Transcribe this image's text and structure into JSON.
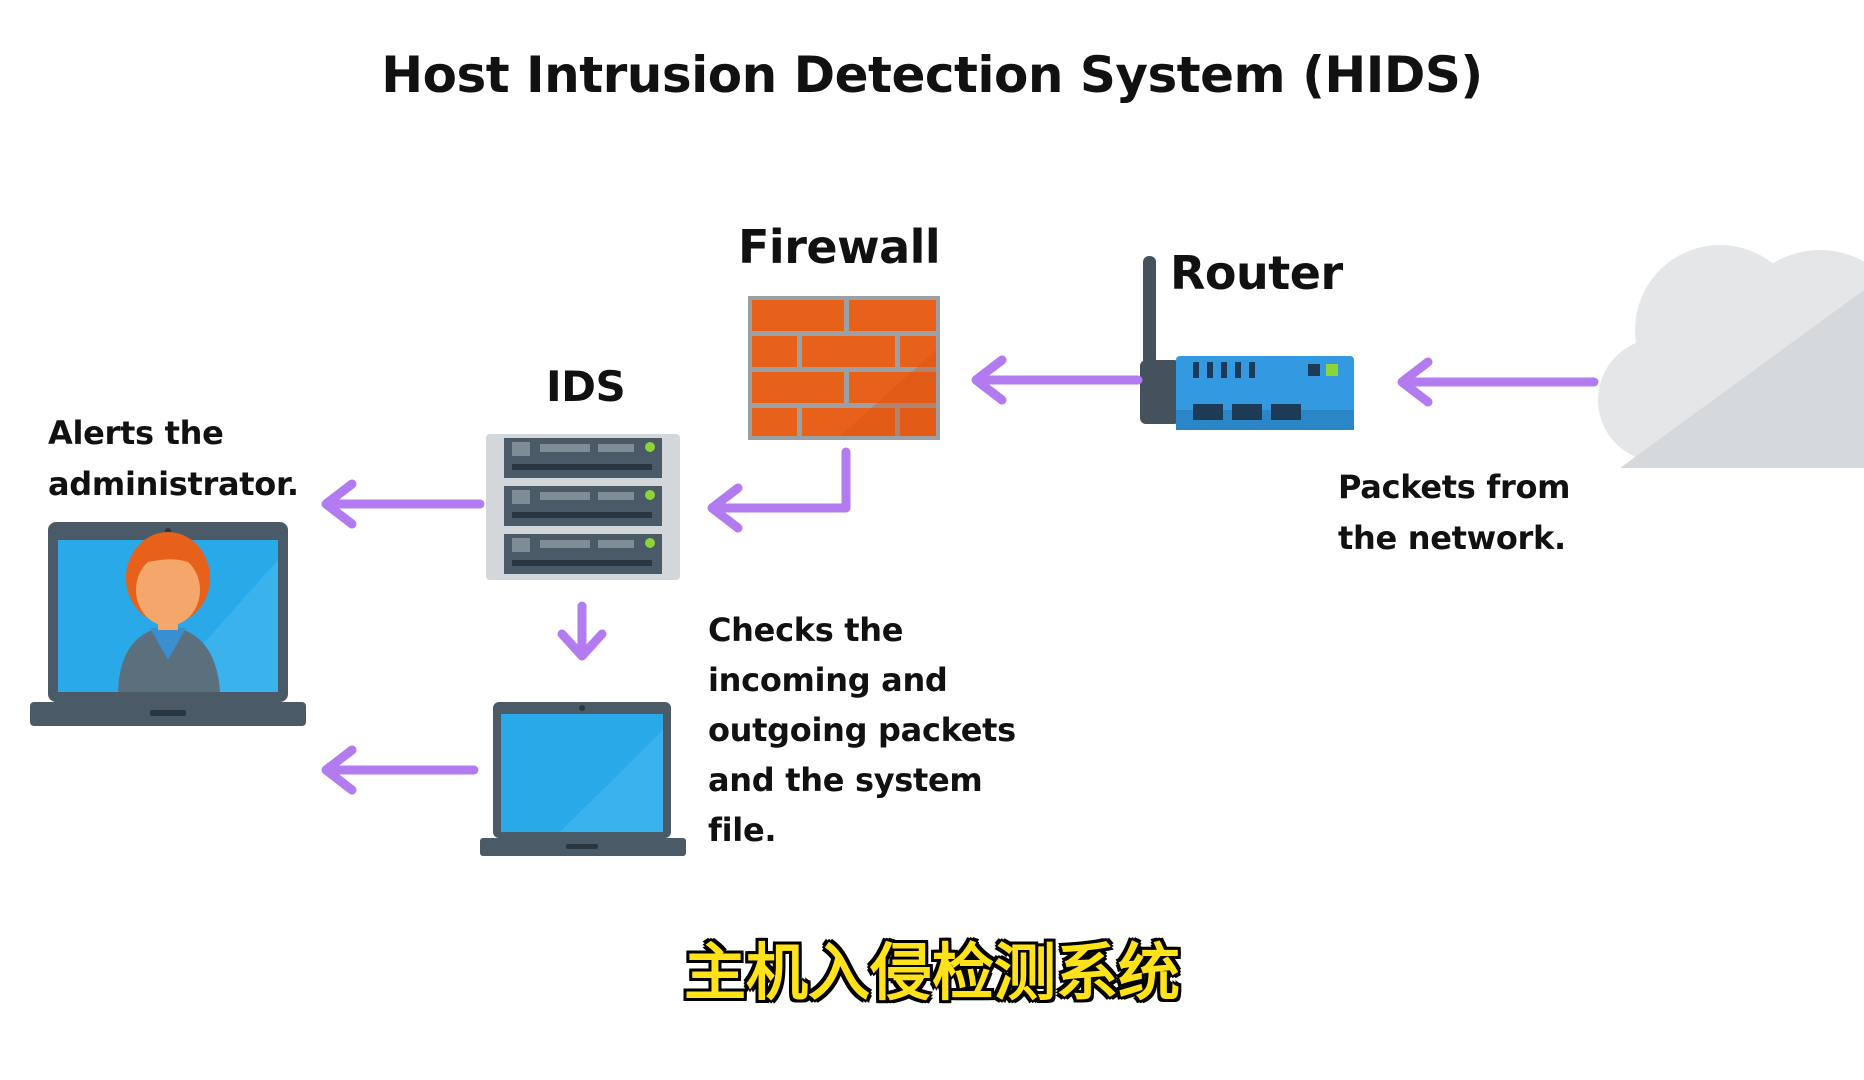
{
  "title": "Host Intrusion Detection System (HIDS)",
  "nodes": {
    "firewall": "Firewall",
    "router": "Router",
    "ids": "IDS"
  },
  "descriptions": {
    "alerts": [
      "Alerts the",
      "administrator."
    ],
    "packets": [
      "Packets from",
      "the network."
    ],
    "checks": [
      "Checks the",
      "incoming and",
      "outgoing packets",
      "and the system",
      "file."
    ]
  },
  "subtitle": "主机入侵检测系统",
  "colors": {
    "arrow": "#b27cf0",
    "firewall": "#e8611a",
    "mortar": "#9aa0a4",
    "screen": "#29a9e8",
    "device_frame": "#4a5a66",
    "router_body": "#3399e0",
    "server": "#d3d7da",
    "cloud": "#e4e6e8"
  },
  "icons": [
    "cloud-icon",
    "router-icon",
    "firewall-icon",
    "server-icon",
    "laptop-icon",
    "admin-laptop-icon"
  ]
}
